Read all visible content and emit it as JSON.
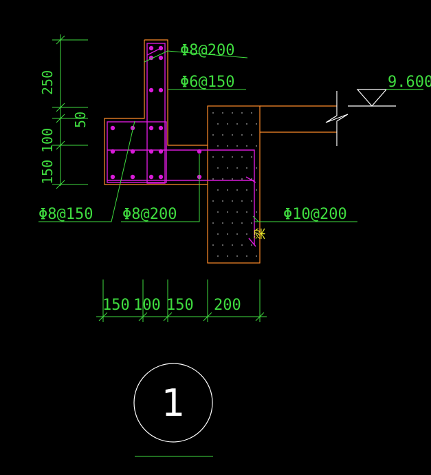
{
  "colors": {
    "background": "#000000",
    "dimension": "#3fdc3f",
    "concrete_outline": "#ff8c2a",
    "rebar": "#d81bd8",
    "beam_label": "#e6e62a",
    "detail_mark": "#ffffff"
  },
  "annotations": {
    "top_bar": "Φ8@200",
    "stirrup_top": "Φ6@150",
    "left_bar": "Φ8@150",
    "middle_bar": "Φ8@200",
    "beam_bar": "Φ10@200",
    "elevation": "9.600",
    "beam_label": "梁"
  },
  "dimensions": {
    "vertical": [
      "250",
      "50",
      "100",
      "150"
    ],
    "horizontal": [
      "150",
      "100",
      "150",
      "200"
    ]
  },
  "detail": {
    "number": "1"
  }
}
